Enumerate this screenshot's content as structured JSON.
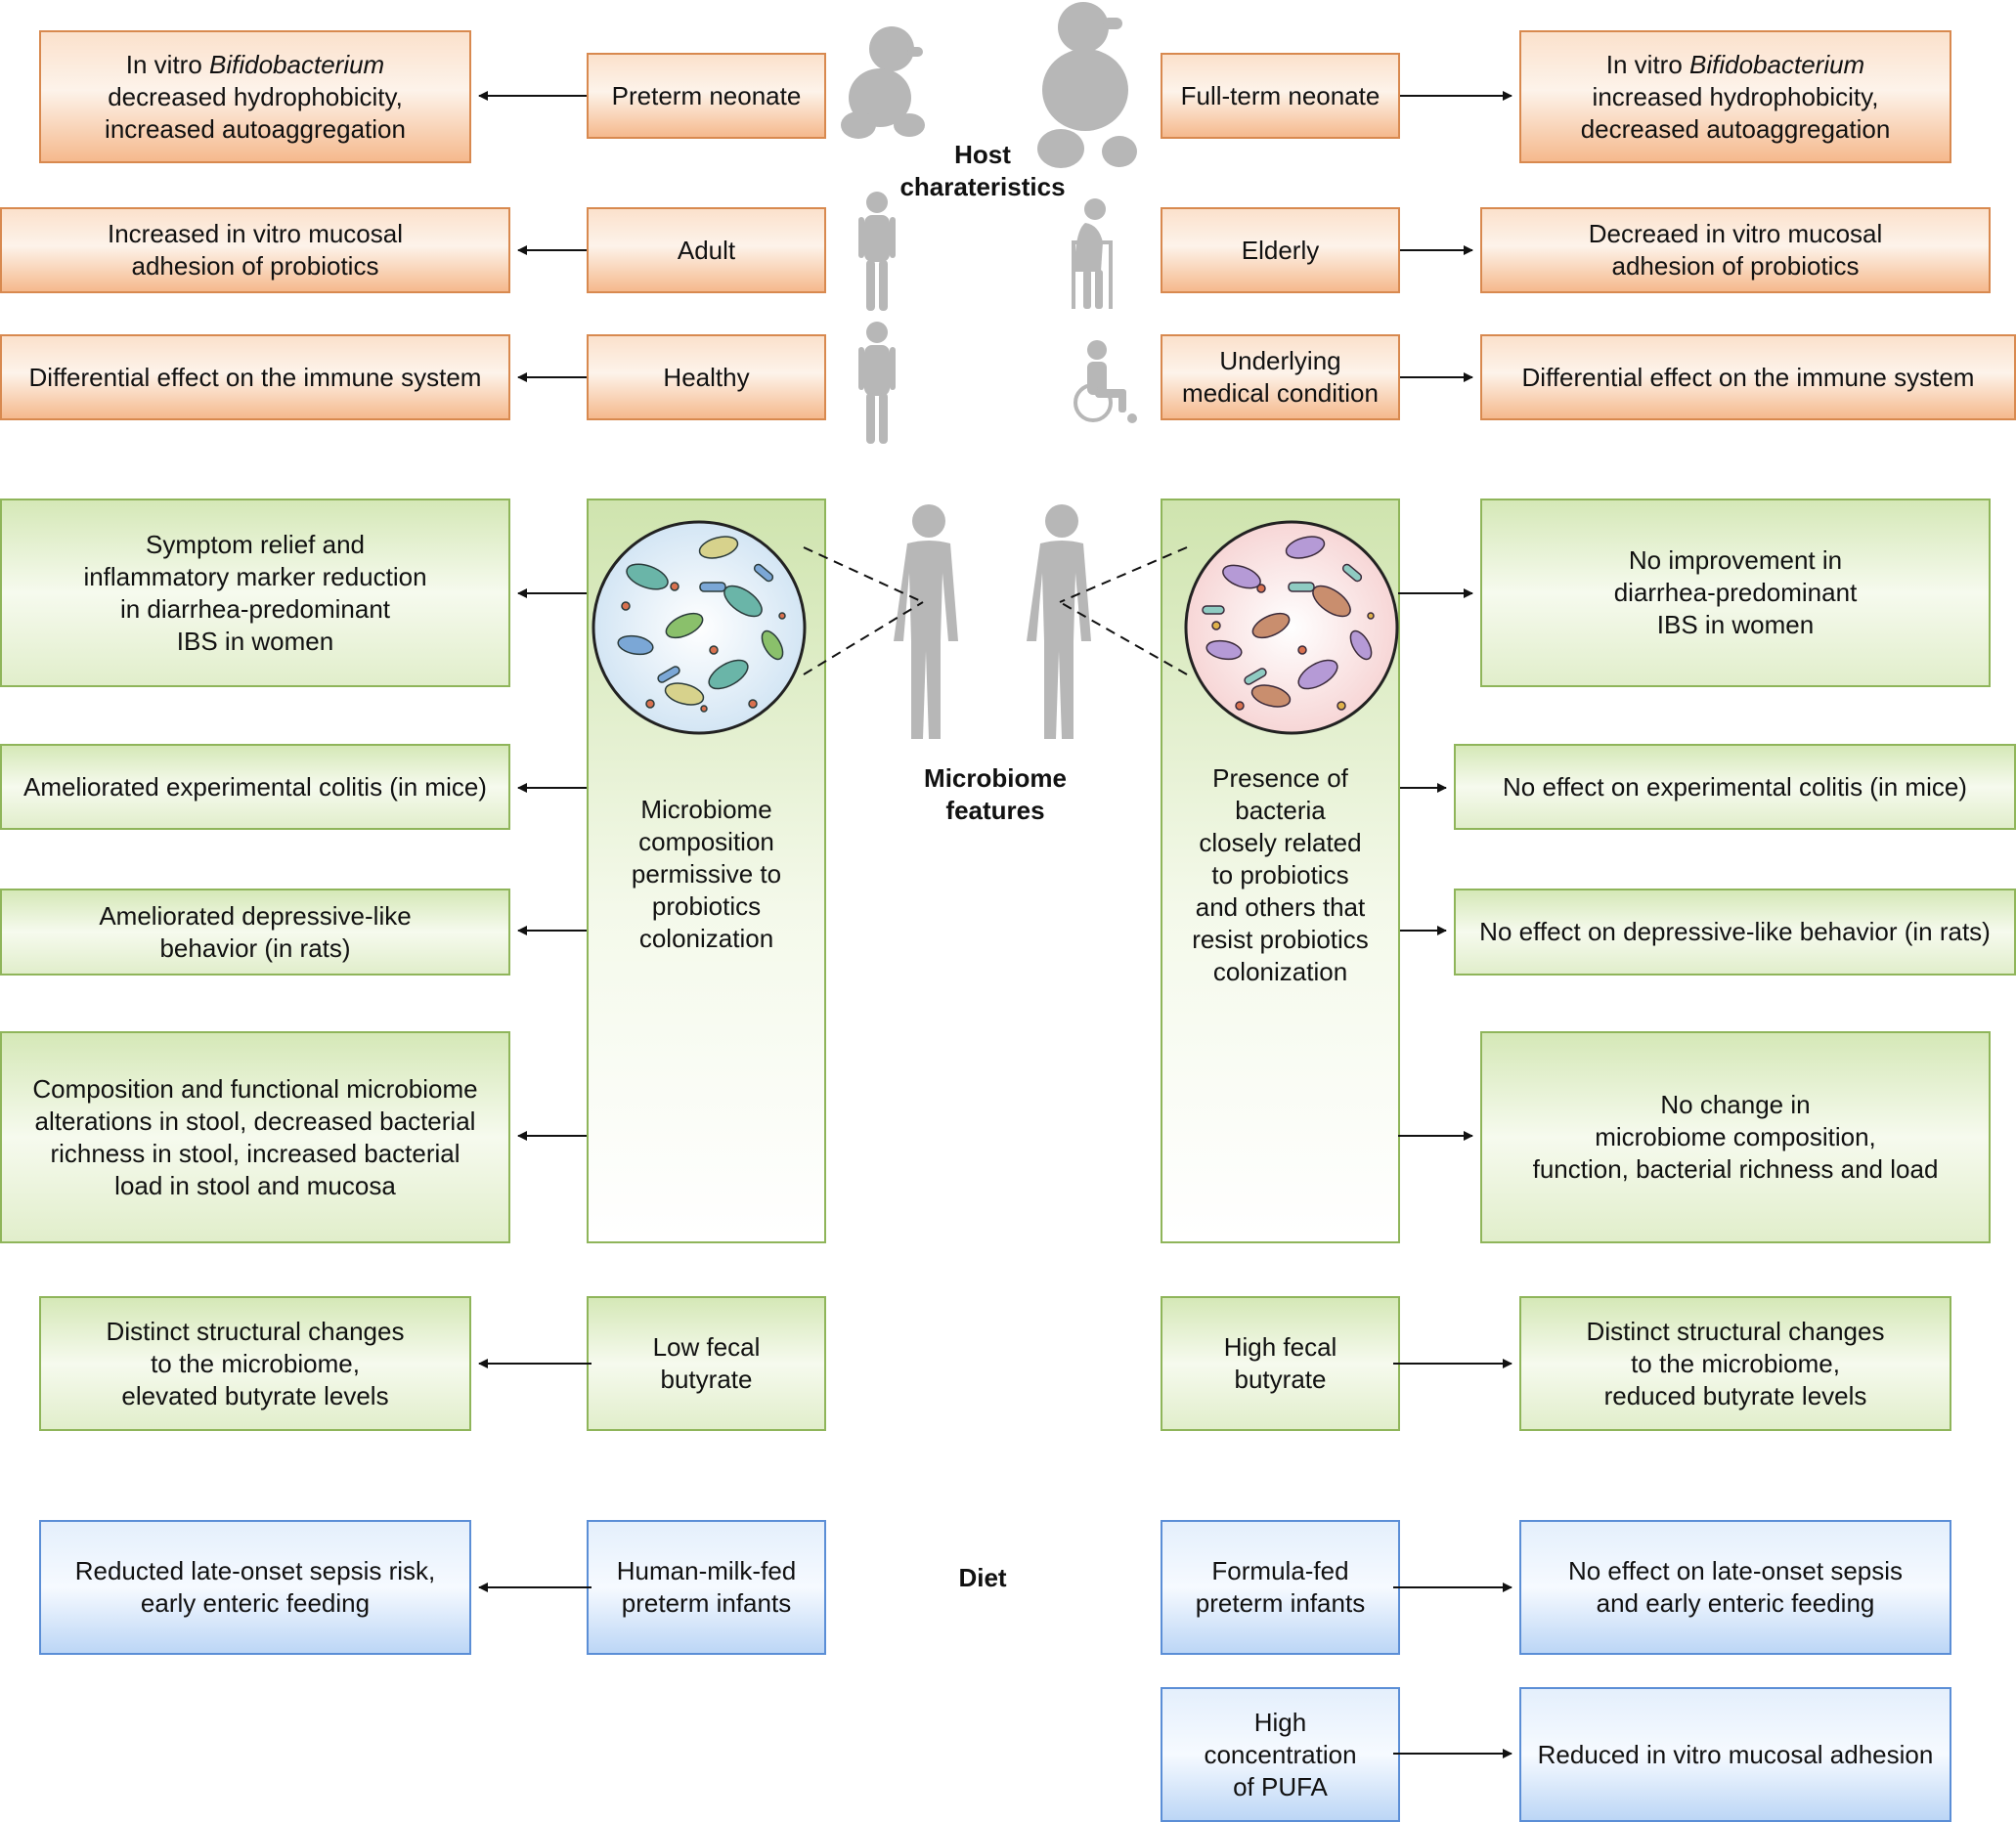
{
  "sections": {
    "host": "Host\ncharateristics",
    "microbiome": "Microbiome\nfeatures",
    "diet": "Diet"
  },
  "host": {
    "preterm_neonate": "Preterm neonate",
    "preterm_effect": {
      "prefix": "In vitro ",
      "genus": "Bifidobacterium",
      "rest": "decreased hydrophobicity,\nincreased autoaggregation"
    },
    "fullterm_neonate": "Full-term neonate",
    "fullterm_effect": {
      "prefix": "In vitro ",
      "genus": "Bifidobacterium",
      "rest": "increased hydrophobicity,\ndecreased autoaggregation"
    },
    "adult": "Adult",
    "adult_effect": "Increased in vitro mucosal\nadhesion of probiotics",
    "elderly": "Elderly",
    "elderly_effect": "Decreaed in vitro mucosal\nadhesion of probiotics",
    "healthy": "Healthy",
    "healthy_effect": "Differential effect on the immune system",
    "condition": "Underlying\nmedical condition",
    "condition_effect": "Differential effect on the immune system"
  },
  "microbiome": {
    "permissive": "Microbiome\ncomposition\npermissive to\nprobiotics\ncolonization",
    "resistant": "Presence of\nbacteria\nclosely related\nto probiotics\nand others that\nresist probiotics\ncolonization",
    "left_effects": [
      "Symptom relief and\ninflammatory marker reduction\nin diarrhea-predominant\nIBS in women",
      "Ameliorated experimental colitis (in mice)",
      "Ameliorated depressive-like\nbehavior (in rats)",
      "Composition and functional microbiome\nalterations in stool, decreased bacterial\nrichness in stool, increased bacterial\nload in stool and mucosa"
    ],
    "right_effects": [
      "No improvement in\ndiarrhea-predominant\nIBS in women",
      "No effect on experimental colitis (in mice)",
      "No effect on depressive-like behavior (in rats)",
      "No change in\nmicrobiome composition,\nfunction, bacterial richness and load"
    ],
    "low_butyrate": "Low fecal\nbutyrate",
    "low_butyrate_effect": "Distinct structural changes\nto the microbiome,\nelevated butyrate levels",
    "high_butyrate": "High fecal\nbutyrate",
    "high_butyrate_effect": "Distinct structural changes\nto the microbiome,\nreduced butyrate levels"
  },
  "diet": {
    "human_milk": "Human-milk-fed\npreterm infants",
    "human_milk_effect": "Reducted late-onset sepsis risk,\nearly enteric feeding",
    "formula": "Formula-fed\npreterm infants",
    "formula_effect": "No effect on late-onset sepsis\nand early enteric feeding",
    "pufa": "High\nconcentration\nof PUFA",
    "pufa_effect": "Reduced in vitro mucosal adhesion"
  },
  "colors": {
    "orange_border": "#d8894f",
    "green_border": "#8fb55a",
    "blue_border": "#5b8ed6",
    "silhouette": "#b7b7b7"
  },
  "icons": [
    "crawling-infant-icon",
    "standing-toddler-icon",
    "adult-person-icon",
    "elderly-walker-icon",
    "healthy-person-icon",
    "wheelchair-icon",
    "human-body-icon",
    "microbiome-circle-icon"
  ]
}
